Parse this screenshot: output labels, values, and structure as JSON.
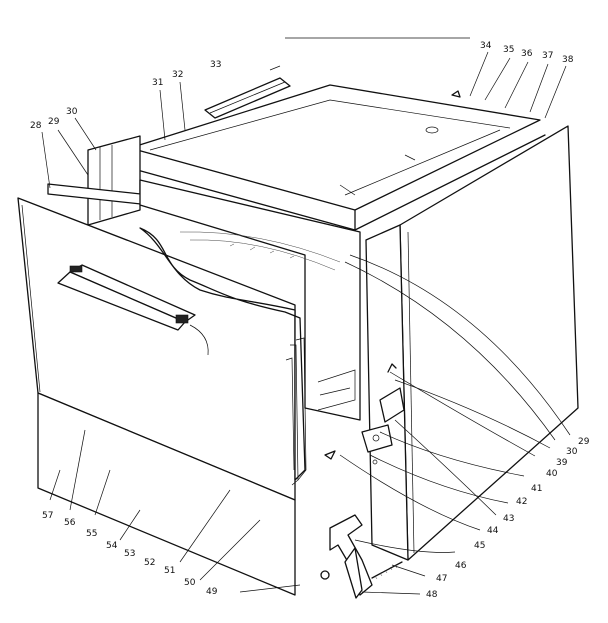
{
  "diagram": {
    "labels": [
      {
        "id": "28",
        "text": "28"
      },
      {
        "id": "29a",
        "text": "29"
      },
      {
        "id": "30a",
        "text": "30"
      },
      {
        "id": "31",
        "text": "31"
      },
      {
        "id": "32",
        "text": "32"
      },
      {
        "id": "33",
        "text": "33"
      },
      {
        "id": "34",
        "text": "34"
      },
      {
        "id": "35",
        "text": "35"
      },
      {
        "id": "36",
        "text": "36"
      },
      {
        "id": "37",
        "text": "37"
      },
      {
        "id": "38",
        "text": "38"
      },
      {
        "id": "29b",
        "text": "29"
      },
      {
        "id": "30b",
        "text": "30"
      },
      {
        "id": "39",
        "text": "39"
      },
      {
        "id": "40",
        "text": "40"
      },
      {
        "id": "41",
        "text": "41"
      },
      {
        "id": "42",
        "text": "42"
      },
      {
        "id": "43",
        "text": "43"
      },
      {
        "id": "44",
        "text": "44"
      },
      {
        "id": "45",
        "text": "45"
      },
      {
        "id": "46",
        "text": "46"
      },
      {
        "id": "47",
        "text": "47"
      },
      {
        "id": "48",
        "text": "48"
      },
      {
        "id": "49",
        "text": "49"
      },
      {
        "id": "50",
        "text": "50"
      },
      {
        "id": "51",
        "text": "51"
      },
      {
        "id": "52",
        "text": "52"
      },
      {
        "id": "53",
        "text": "53"
      },
      {
        "id": "54",
        "text": "54"
      },
      {
        "id": "55",
        "text": "55"
      },
      {
        "id": "56",
        "text": "56"
      },
      {
        "id": "57",
        "text": "57"
      }
    ]
  }
}
